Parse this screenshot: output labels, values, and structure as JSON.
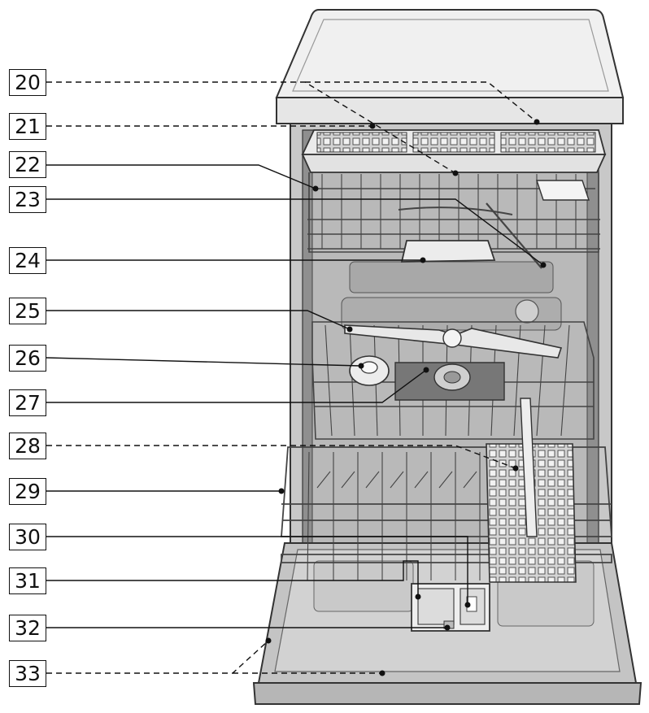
{
  "diagram": {
    "callouts": [
      {
        "number": "20",
        "line": "dashed"
      },
      {
        "number": "21",
        "line": "dashed"
      },
      {
        "number": "22",
        "line": "solid"
      },
      {
        "number": "23",
        "line": "solid"
      },
      {
        "number": "24",
        "line": "solid"
      },
      {
        "number": "25",
        "line": "solid"
      },
      {
        "number": "26",
        "line": "solid"
      },
      {
        "number": "27",
        "line": "solid"
      },
      {
        "number": "28",
        "line": "dashed"
      },
      {
        "number": "29",
        "line": "solid"
      },
      {
        "number": "30",
        "line": "solid"
      },
      {
        "number": "31",
        "line": "solid"
      },
      {
        "number": "32",
        "line": "solid"
      },
      {
        "number": "33",
        "line": "dashed"
      }
    ]
  }
}
